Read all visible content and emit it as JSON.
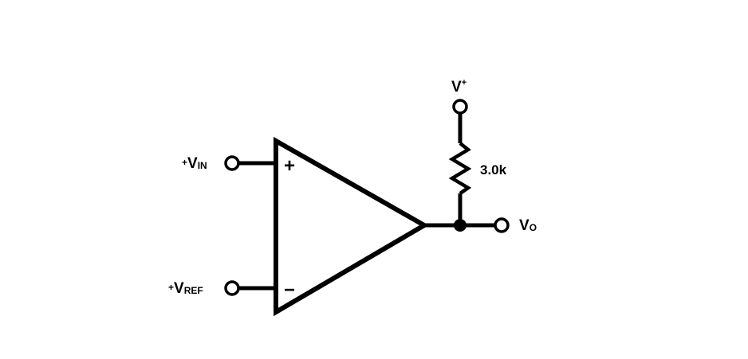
{
  "schematic": {
    "inputs": {
      "vin": {
        "sign": "+",
        "main": "V",
        "sub": "IN"
      },
      "vref": {
        "sign": "+",
        "main": "V",
        "sub": "REF"
      }
    },
    "opamp": {
      "plus_symbol": "+",
      "minus_symbol": "−"
    },
    "supply": {
      "main": "V",
      "sup": "+"
    },
    "resistor": {
      "value": "3.0k"
    },
    "output": {
      "main": "V",
      "sub": "O"
    },
    "colors": {
      "ink": "#000000",
      "background": "#ffffff"
    }
  }
}
